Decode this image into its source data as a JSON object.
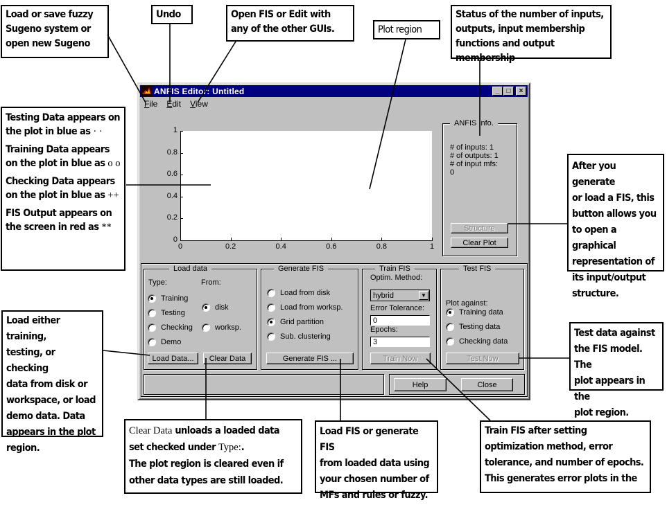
{
  "callouts": {
    "file_menu": [
      "Load or save fuzzy",
      "Sugeno system or",
      "open new Sugeno"
    ],
    "undo": "Undo",
    "view_menu": [
      "Open FIS or Edit with",
      "any of the other GUIs."
    ],
    "plot_region": "Plot region",
    "anfis_info": [
      "Status of the number of inputs,",
      "outputs, input membership",
      "functions and output membership"
    ],
    "data_legend": [
      {
        "text": "Testing Data appears on the plot in blue as",
        "symbol": "· ·"
      },
      {
        "text": "Training Data appears on the plot in blue as",
        "symbol": "o  o"
      },
      {
        "text": "Checking Data appears on the plot in blue as",
        "symbol": "++"
      },
      {
        "text": "FIS Output appears on the screen in red as",
        "symbol": "**"
      }
    ],
    "structure": [
      "After you generate",
      "or load a FIS, this",
      "button allows you",
      "to open a graphical",
      "representation of",
      "its input/output",
      "structure."
    ],
    "load_data": [
      "Load either training,",
      "testing, or checking",
      "data from disk or",
      "workspace, or load",
      "demo data. Data",
      "appears in the plot",
      "region."
    ],
    "test_fis": [
      "Test data against",
      "the FIS model. The",
      "plot appears in the",
      "plot region."
    ],
    "clear_data": {
      "code1": "Clear Data",
      "text1": " unloads a loaded data",
      "text2": "set checked under ",
      "code2": "Type:",
      "text3": ".",
      "text4": "The plot region is cleared even if",
      "text5": "other data types are still loaded."
    },
    "generate_fis": [
      "Load FIS or generate FIS",
      "from loaded data using",
      "your chosen number of",
      "MFs and rules or fuzzy."
    ],
    "train_fis": [
      "Train FIS after setting",
      "optimization method, error",
      "tolerance, and number of epochs.",
      "This generates error plots in the"
    ]
  },
  "window": {
    "title": "ANFIS Editor: Untitled",
    "controls": {
      "minimize": "_",
      "maximize": "□",
      "close": "×"
    },
    "menu": [
      {
        "label": "File",
        "mnemonic": "F",
        "rest": "ile"
      },
      {
        "label": "Edit",
        "mnemonic": "E",
        "rest": "dit"
      },
      {
        "label": "View",
        "mnemonic": "V",
        "rest": "iew"
      }
    ]
  },
  "plot": {
    "y_ticks": [
      "1",
      "0.8",
      "0.6",
      "0.4",
      "0.2",
      "0"
    ],
    "x_ticks": [
      "0",
      "0.2",
      "0.4",
      "0.6",
      "0.8",
      "1"
    ],
    "xlim": [
      0,
      1
    ],
    "ylim": [
      0,
      1
    ]
  },
  "anfis_info": {
    "title": "ANFIS Info.",
    "lines": [
      "# of inputs: 1",
      "# of outputs: 1",
      "# of input mfs:",
      "0"
    ],
    "structure_button": "Structure",
    "clear_plot_button": "Clear Plot"
  },
  "load_data": {
    "title": "Load data",
    "type_label": "Type:",
    "from_label": "From:",
    "types": [
      {
        "label": "Training",
        "selected": true
      },
      {
        "label": "Testing",
        "selected": false
      },
      {
        "label": "Checking",
        "selected": false
      },
      {
        "label": "Demo",
        "selected": false
      }
    ],
    "sources": [
      {
        "label": "disk",
        "selected": true
      },
      {
        "label": "worksp.",
        "selected": false
      }
    ],
    "load_button": "Load Data...",
    "clear_button": "Clear Data"
  },
  "generate_fis": {
    "title": "Generate FIS",
    "options": [
      {
        "label": "Load from disk",
        "selected": false
      },
      {
        "label": "Load from worksp.",
        "selected": false
      },
      {
        "label": "Grid partition",
        "selected": true
      },
      {
        "label": "Sub. clustering",
        "selected": false
      }
    ],
    "button": "Generate FIS ..."
  },
  "train_fis": {
    "title": "Train FIS",
    "method_label": "Optim. Method:",
    "method_value": "hybrid",
    "tolerance_label": "Error Tolerance:",
    "tolerance_value": "0",
    "epochs_label": "Epochs:",
    "epochs_value": "3",
    "button": "Train Now"
  },
  "test_fis": {
    "title": "Test FIS",
    "plot_against_label": "Plot against:",
    "options": [
      {
        "label": "Training data",
        "selected": true
      },
      {
        "label": "Testing data",
        "selected": false
      },
      {
        "label": "Checking data",
        "selected": false
      }
    ],
    "button": "Test Now"
  },
  "footer": {
    "status_text": "",
    "help_button": "Help",
    "close_button": "Close"
  }
}
